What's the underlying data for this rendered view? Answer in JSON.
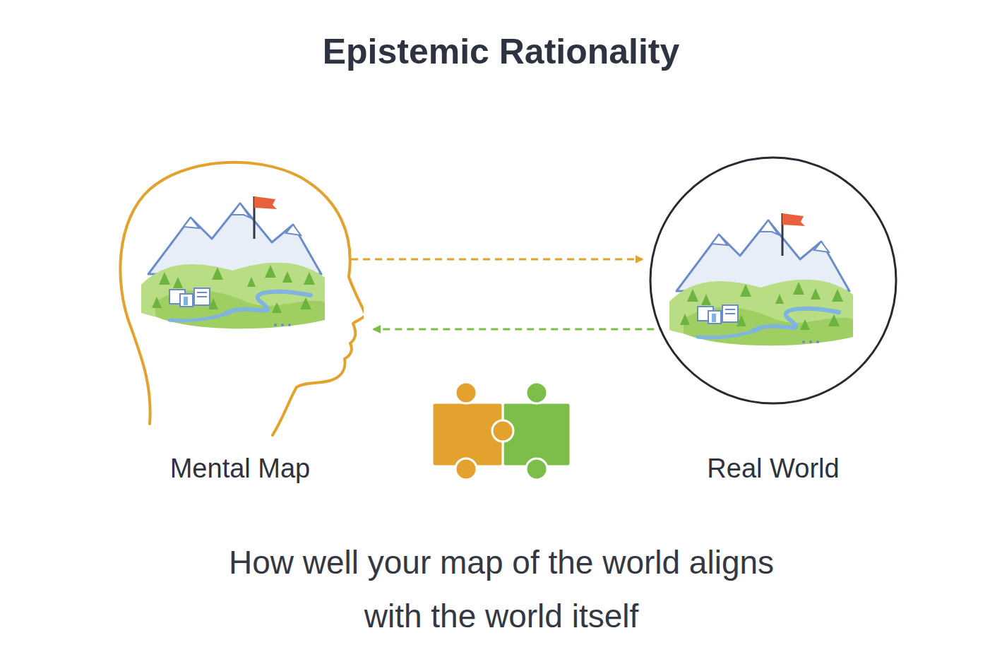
{
  "diagram": {
    "title": "Epistemic Rationality",
    "caption": "How well your map of the world aligns with the world itself",
    "nodes": [
      {
        "text": [
          "Mental Map"
        ]
      },
      {
        "text": [
          "Real World"
        ]
      }
    ],
    "edges": [
      {
        "from": 0,
        "to": 1,
        "arrow": "to"
      },
      {
        "from": 1,
        "to": 0,
        "arrow": "to"
      }
    ]
  }
}
